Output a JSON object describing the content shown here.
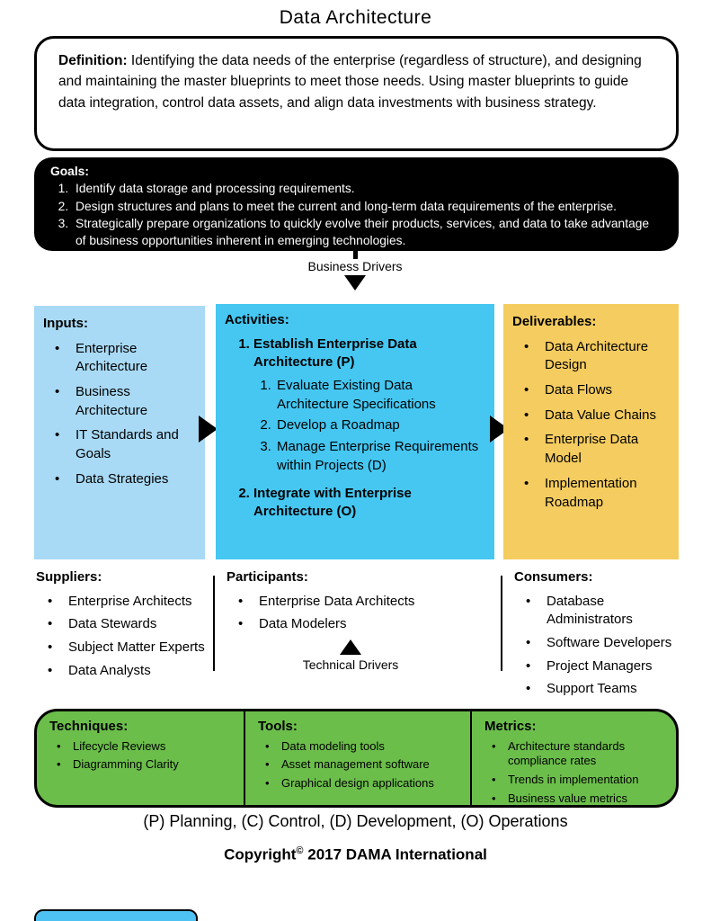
{
  "title": "Data Architecture",
  "definition": {
    "label": "Definition:",
    "text": " Identifying the data needs of the enterprise (regardless of structure), and designing and maintaining the master blueprints to meet those needs. Using master blueprints to guide data integration, control data assets, and align data investments with business strategy."
  },
  "goals": {
    "label": "Goals:",
    "items": [
      "Identify data storage and processing requirements.",
      "Design structures and plans to meet the current and long-term data requirements of the enterprise.",
      "Strategically prepare organizations to quickly evolve their products, services, and data to take advantage of business opportunities inherent in emerging technologies."
    ]
  },
  "business_drivers_label": "Business Drivers",
  "technical_drivers_label": "Technical Drivers",
  "inputs": {
    "label": "Inputs:",
    "items": [
      "Enterprise Architecture",
      "Business Architecture",
      "IT Standards and Goals",
      "Data Strategies"
    ]
  },
  "activities": {
    "label": "Activities:",
    "item1": "Establish Enterprise Data Architecture (P)",
    "item1_steps": [
      "Evaluate Existing Data Architecture Specifications",
      "Develop a Roadmap",
      "Manage Enterprise Requirements within Projects (D)"
    ],
    "item2": "Integrate with Enterprise Architecture (O)"
  },
  "deliverables": {
    "label": "Deliverables:",
    "items": [
      "Data Architecture Design",
      "Data Flows",
      "Data Value Chains",
      "Enterprise Data Model",
      "Implementation Roadmap"
    ]
  },
  "suppliers": {
    "label": "Suppliers:",
    "items": [
      "Enterprise Architects",
      "Data Stewards",
      "Subject Matter Experts",
      "Data Analysts"
    ]
  },
  "participants": {
    "label": "Participants:",
    "items": [
      "Enterprise Data Architects",
      "Data Modelers"
    ]
  },
  "consumers": {
    "label": "Consumers:",
    "items": [
      "Database Administrators",
      "Software Developers",
      "Project Managers",
      "Support Teams"
    ]
  },
  "techniques": {
    "label": "Techniques:",
    "items": [
      "Lifecycle Reviews",
      "Diagramming Clarity"
    ]
  },
  "tools": {
    "label": "Tools:",
    "items": [
      "Data modeling tools",
      "Asset management software",
      "Graphical design applications"
    ]
  },
  "metrics": {
    "label": "Metrics:",
    "items": [
      "Architecture standards compliance rates",
      "Trends in implementation",
      "Business value metrics"
    ]
  },
  "legend": "(P) Planning, (C) Control, (D) Development, (O) Operations",
  "copyright": {
    "prefix": "Copyright",
    "symbol": "©",
    "suffix": " 2017 DAMA International"
  },
  "colors": {
    "inputs_bg": "#A9DAF5",
    "activities_bg": "#45C7F2",
    "deliverables_bg": "#F5CC5F",
    "footer_bg": "#6CBE4B",
    "goals_bg": "#000000"
  }
}
